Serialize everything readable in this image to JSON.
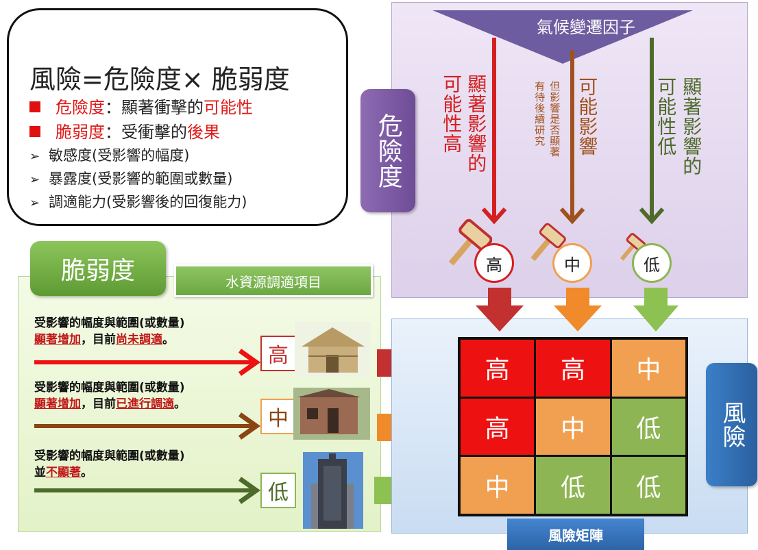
{
  "formula": {
    "title": "風險=危險度× 脆弱度",
    "bullet1": {
      "term": "危險度",
      "colon": "：顯著衝擊的",
      "emph": "可能性"
    },
    "bullet2": {
      "term": "脆弱度",
      "colon": "：受衝擊的",
      "emph": "後果"
    },
    "subs": [
      "敏感度(受影響的幅度)",
      "暴露度(受影響的範圍或數量)",
      "調適能力(受影響後的回復能力)"
    ]
  },
  "hazard": {
    "tab": "危險度",
    "factor": "氣候變遷因子",
    "columns": [
      {
        "main": "顯著影響的",
        "sub": "可能性高",
        "level": "高",
        "color": "#d42020"
      },
      {
        "main": "可能影響",
        "note1": "但影響是否顯著",
        "note2": "有待後續研究",
        "level": "中",
        "color": "#a0521d"
      },
      {
        "main": "顯著影響的",
        "sub": "可能性低",
        "level": "低",
        "color": "#4d6b2a"
      }
    ]
  },
  "vulnerability": {
    "tab": "脆弱度",
    "label": "水資源調適項目",
    "rows": [
      {
        "line1": "受影響的幅度與範圍(或數量)",
        "u1": "顯著增加",
        "mid": "，目前",
        "u2": "尚未調適",
        "end": "。",
        "level": "高"
      },
      {
        "line1": "受影響的幅度與範圍(或數量)",
        "u1": "顯著增加",
        "mid": "，目前",
        "u2": "已進行調適",
        "end": "。",
        "level": "中"
      },
      {
        "line1": "受影響的幅度與範圍(或數量)",
        "u0": "並",
        "u1": "不顯著",
        "end": "。",
        "level": "低"
      }
    ]
  },
  "risk": {
    "tab": "風險",
    "title": "風險矩陣",
    "matrix": [
      [
        "高",
        "高",
        "中"
      ],
      [
        "高",
        "中",
        "低"
      ],
      [
        "中",
        "低",
        "低"
      ]
    ]
  },
  "colors": {
    "high": "#ee1111",
    "mid": "#f0a050",
    "low": "#8db553"
  }
}
